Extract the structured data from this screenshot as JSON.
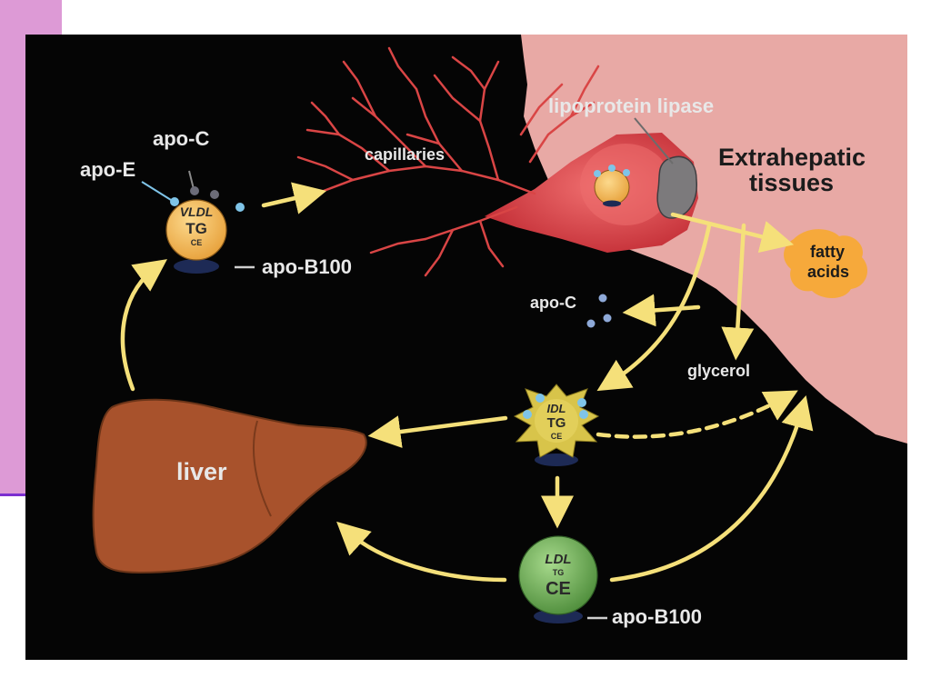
{
  "labels": {
    "lipoprotein_lipase": "lipoprotein lipase",
    "capillaries": "capillaries",
    "extrahepatic_line1": "Extrahepatic",
    "extrahepatic_line2": "tissues",
    "fatty_acids_line1": "fatty",
    "fatty_acids_line2": "acids",
    "apo_c_top": "apo-C",
    "apo_e": "apo-E",
    "apo_b100_vldl": "apo-B100",
    "apo_c_mid": "apo-C",
    "glycerol": "glycerol",
    "liver": "liver",
    "apo_b100_ldl": "apo-B100"
  },
  "particles": {
    "vldl": {
      "name": "VLDL",
      "core1": "TG",
      "core2": "CE"
    },
    "idl": {
      "name": "IDL",
      "core1": "TG",
      "core2": "CE"
    },
    "ldl": {
      "name": "LDL",
      "core1": "TG",
      "core2": "CE"
    }
  },
  "colors": {
    "background": "#050505",
    "tissue": "#e8a9a5",
    "capillary": "#d94545",
    "vldl": "#f3b24e",
    "idl": "#d8c44a",
    "ldl": "#6fae55",
    "liver": "#a8522c",
    "arrow": "#f5e07a",
    "fatty_acids": "#f6a93b",
    "apo_e": "#7fc4e8",
    "apo_b100": "#1d2a55"
  }
}
